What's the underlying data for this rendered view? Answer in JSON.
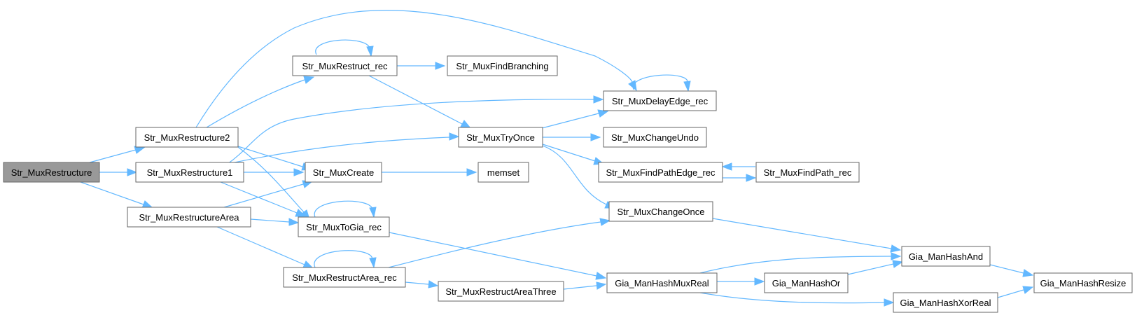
{
  "colors": {
    "edge": "#63b8ff",
    "node_border": "#666666",
    "node_fill": "#ffffff",
    "root_fill": "#999999"
  },
  "nodes": [
    {
      "id": "n_root",
      "label": "Str_MuxRestructure",
      "root": true
    },
    {
      "id": "n_r2",
      "label": "Str_MuxRestructure2"
    },
    {
      "id": "n_r1",
      "label": "Str_MuxRestructure1"
    },
    {
      "id": "n_rarea",
      "label": "Str_MuxRestructureArea"
    },
    {
      "id": "n_restrec",
      "label": "Str_MuxRestruct_rec"
    },
    {
      "id": "n_create",
      "label": "Str_MuxCreate"
    },
    {
      "id": "n_togia",
      "label": "Str_MuxToGia_rec"
    },
    {
      "id": "n_arearec",
      "label": "Str_MuxRestructArea_rec"
    },
    {
      "id": "n_findbr",
      "label": "Str_MuxFindBranching"
    },
    {
      "id": "n_tryonce",
      "label": "Str_MuxTryOnce"
    },
    {
      "id": "n_memset",
      "label": "memset"
    },
    {
      "id": "n_three",
      "label": "Str_MuxRestructAreaThree"
    },
    {
      "id": "n_delay",
      "label": "Str_MuxDelayEdge_rec"
    },
    {
      "id": "n_undo",
      "label": "Str_MuxChangeUndo"
    },
    {
      "id": "n_fpedge",
      "label": "Str_MuxFindPathEdge_rec"
    },
    {
      "id": "n_chonce",
      "label": "Str_MuxChangeOnce"
    },
    {
      "id": "n_muxreal",
      "label": "Gia_ManHashMuxReal"
    },
    {
      "id": "n_fpath",
      "label": "Str_MuxFindPath_rec"
    },
    {
      "id": "n_or",
      "label": "Gia_ManHashOr"
    },
    {
      "id": "n_and",
      "label": "Gia_ManHashAnd"
    },
    {
      "id": "n_xor",
      "label": "Gia_ManHashXorReal"
    },
    {
      "id": "n_resize",
      "label": "Gia_ManHashResize"
    }
  ]
}
